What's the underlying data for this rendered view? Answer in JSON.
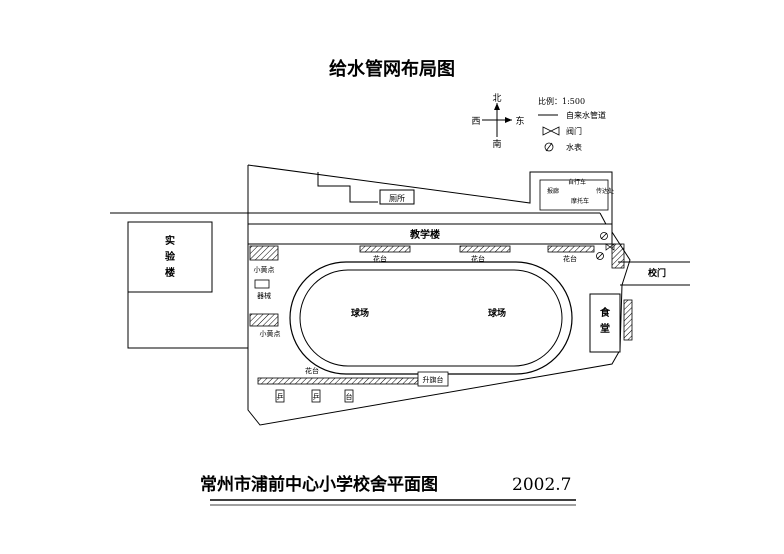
{
  "title": "给水管网布局图",
  "compass": {
    "north": "北",
    "south": "南",
    "east": "东",
    "west": "西"
  },
  "legend": {
    "scale": "比例：1:500",
    "items": [
      {
        "symbol": "line",
        "label": "自来水管道"
      },
      {
        "symbol": "valve",
        "label": "阀门"
      },
      {
        "symbol": "meter",
        "label": "水表"
      }
    ]
  },
  "labels": {
    "lab_building": [
      "实",
      "验",
      "楼"
    ],
    "toilet": "厕所",
    "teaching_building": "教学楼",
    "flower_bed": "花台",
    "small_seat_1": "小黄点",
    "gym_equipment": "器械",
    "small_seat_2": "小黄点",
    "court_1": "球场",
    "court_2": "球场",
    "canteen": [
      "食",
      "堂"
    ],
    "school_gate": "校门",
    "bike_shed": "自行车",
    "moto_shed": "摩托车",
    "newsstand": "报廊",
    "guard_room": "传达处",
    "flag_platform": "升旗台",
    "pingpong": "乒乓台",
    "pingpong_table": "乒",
    "pingpong_table_2": "台"
  },
  "footer": {
    "school": "常州市浦前中心小学校舍平面图",
    "date": "2002.7"
  }
}
